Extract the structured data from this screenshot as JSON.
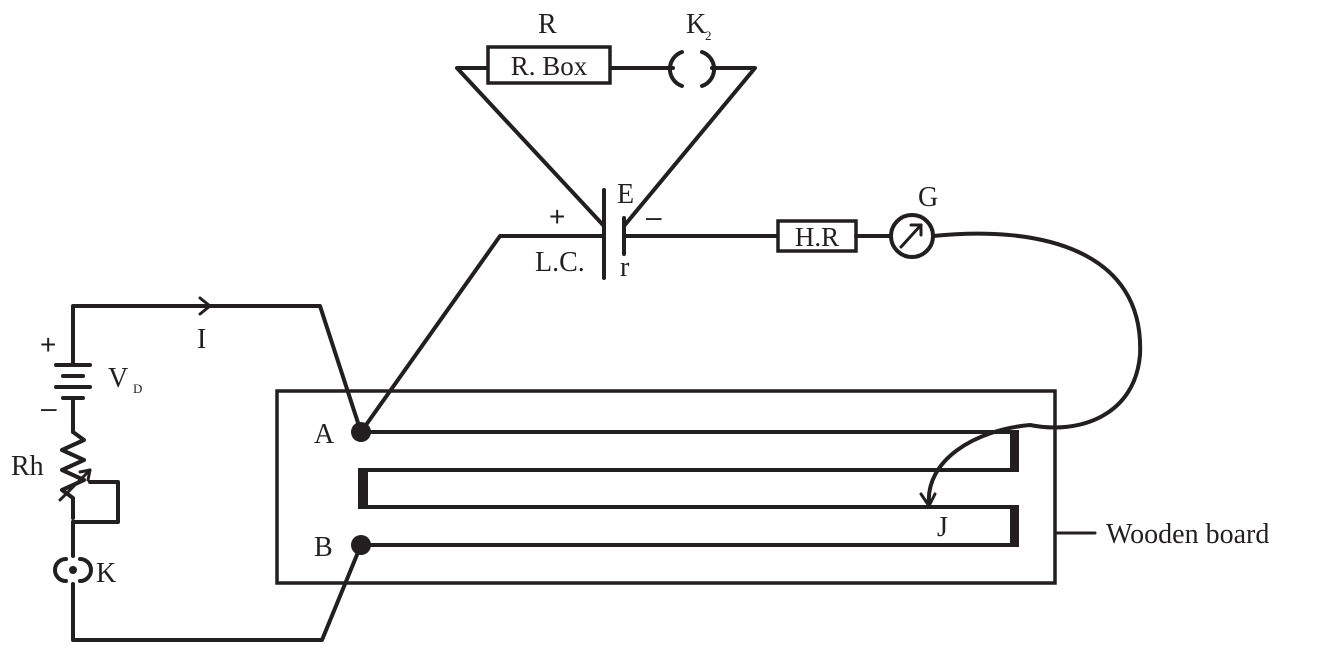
{
  "labels": {
    "R": "R",
    "K2": "K",
    "K2_sub": "2",
    "E": "E",
    "LC": "L.C.",
    "r": "r",
    "plus_cell": "+",
    "minus_cell": "–",
    "G": "G",
    "I": "I",
    "VD": "V",
    "VD_sub": "D",
    "plus_driver": "+",
    "minus_driver": "–",
    "Rh": "Rh",
    "K": "K",
    "A": "A",
    "B": "B",
    "J": "J",
    "wooden_board": "Wooden board"
  },
  "boxes": {
    "rbox": "R. Box",
    "hr": "H.R"
  },
  "colors": {
    "ink": "#231f20",
    "background": "#ffffff"
  }
}
